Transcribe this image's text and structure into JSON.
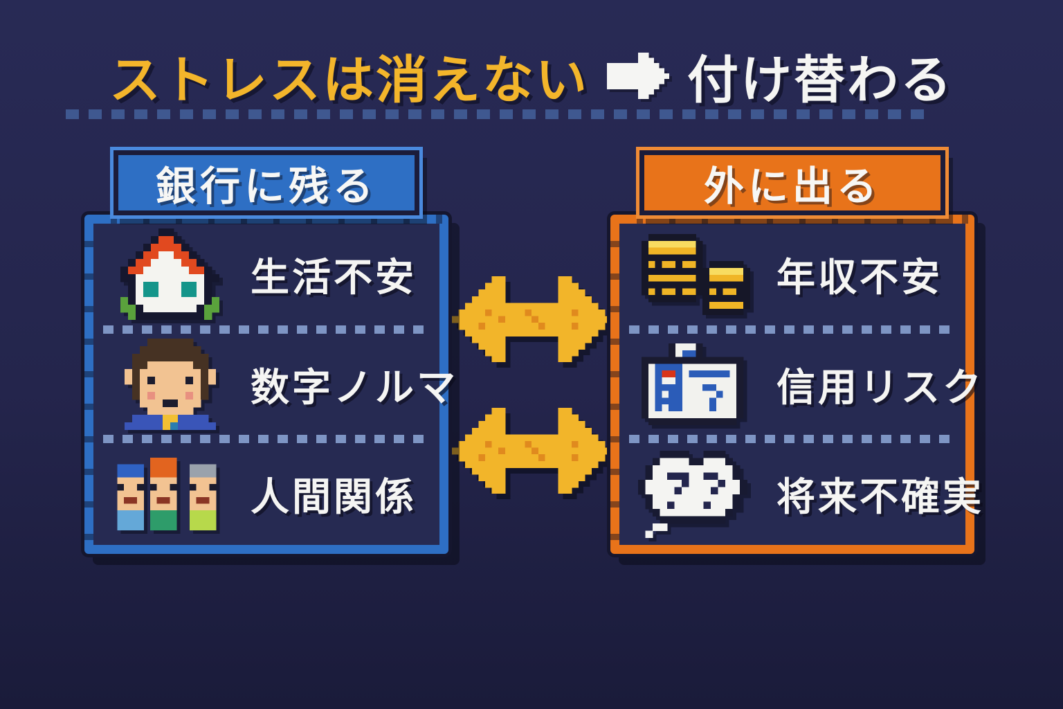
{
  "title": {
    "stress_text": "ストレスは消えない",
    "arrow_icon": "arrow-right-icon",
    "result_text": "付け替わる"
  },
  "panels": {
    "left": {
      "header": "銀行に残る",
      "accent_color": "#2e6fc4",
      "items": [
        {
          "icon": "house-icon",
          "label": "生活不安"
        },
        {
          "icon": "worried-person-icon",
          "label": "数字ノルマ"
        },
        {
          "icon": "people-icon",
          "label": "人間関係"
        }
      ]
    },
    "right": {
      "header": "外に出る",
      "accent_color": "#e8731a",
      "items": [
        {
          "icon": "coins-icon",
          "label": "年収不安"
        },
        {
          "icon": "card-terminal-icon",
          "label": "信用リスク"
        },
        {
          "icon": "thought-cloud-icon",
          "label": "将来不確実"
        }
      ]
    }
  },
  "connectors": [
    {
      "icon": "double-arrow-icon"
    },
    {
      "icon": "double-arrow-icon"
    }
  ],
  "colors": {
    "background": "#24254c",
    "left_accent": "#2e6fc4",
    "right_accent": "#e8731a",
    "title_yellow": "#f3b52b",
    "text_white": "#f5f5f3",
    "arrow_yellow": "#f2b52a",
    "divider_blue": "#7e95c4"
  }
}
